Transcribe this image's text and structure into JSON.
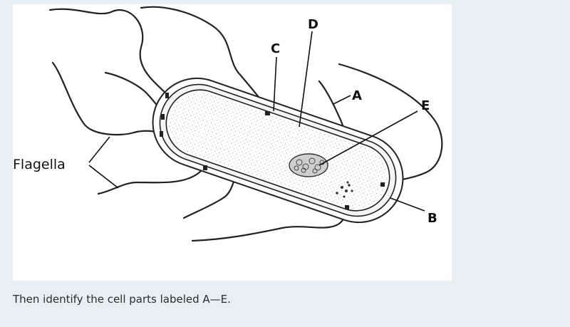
{
  "diagram": {
    "labels": {
      "A": "A",
      "B": "B",
      "C": "C",
      "D": "D",
      "E": "E",
      "flagella": "Flagella"
    }
  },
  "question": {
    "caption": "Then identify the cell parts labeled A—E."
  },
  "colors": {
    "background": "#e6f0f4",
    "figure_bg": "#ffffff",
    "ink": "#111111"
  }
}
